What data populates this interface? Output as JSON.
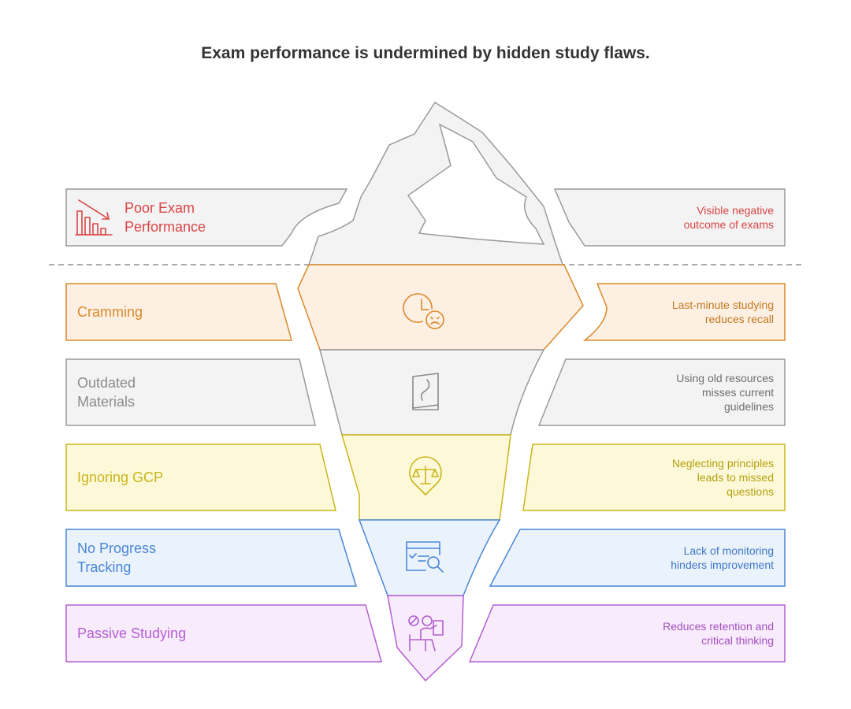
{
  "title": "Exam performance is undermined by hidden study flaws.",
  "colors": {
    "gray_stroke": "#9a9a9a",
    "gray_fill": "#f3f3f3",
    "red": "#d94545",
    "orange": "#d98a2b",
    "orange_fill": "#fdefe2",
    "gray_text": "#8c8c8c",
    "yellow": "#c9b51a",
    "yellow_fill": "#fdf9d8",
    "blue": "#4a86d6",
    "blue_fill": "#eaf2fc",
    "purple": "#b45ed2",
    "purple_fill": "#f8ecfc"
  },
  "tip": {
    "label": "Poor Exam Performance",
    "label_lines": [
      "Poor Exam",
      "Performance"
    ],
    "description_lines": [
      "Visible negative",
      "outcome of exams"
    ],
    "icon": "declining-chart-icon"
  },
  "layers": [
    {
      "label": "Cramming",
      "label_lines": [
        "Cramming"
      ],
      "description_lines": [
        "Last-minute studying",
        "reduces recall"
      ],
      "icon": "clock-stress-icon"
    },
    {
      "label": "Outdated Materials",
      "label_lines": [
        "Outdated",
        "Materials"
      ],
      "description_lines": [
        "Using old resources",
        "misses current",
        "guidelines"
      ],
      "icon": "old-book-icon"
    },
    {
      "label": "Ignoring GCP",
      "label_lines": [
        "Ignoring GCP"
      ],
      "description_lines": [
        "Neglecting principles",
        "leads to missed",
        "questions"
      ],
      "icon": "scales-icon"
    },
    {
      "label": "No Progress Tracking",
      "label_lines": [
        "No Progress",
        "Tracking"
      ],
      "description_lines": [
        "Lack of monitoring",
        "hinders improvement"
      ],
      "icon": "checklist-search-icon"
    },
    {
      "label": "Passive Studying",
      "label_lines": [
        "Passive Studying"
      ],
      "description_lines": [
        "Reduces retention and",
        "critical thinking"
      ],
      "icon": "passive-student-icon"
    }
  ]
}
